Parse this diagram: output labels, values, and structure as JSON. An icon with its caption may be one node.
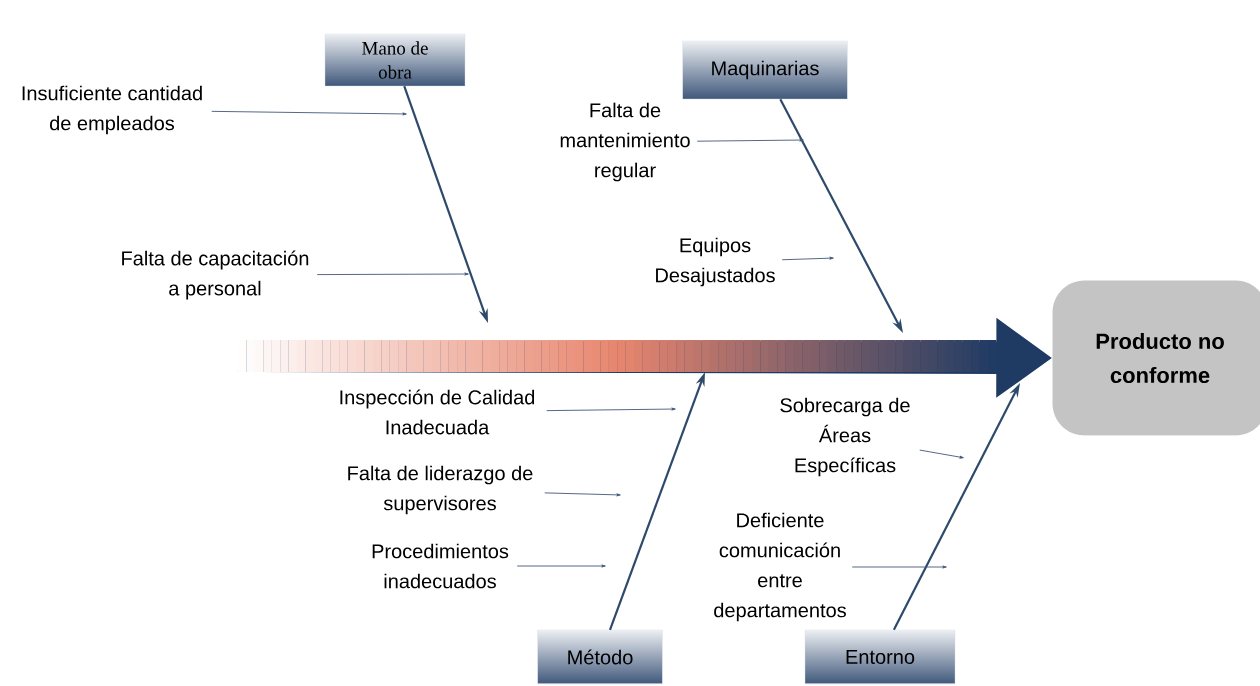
{
  "diagram": {
    "nodes": [
      {
        "text": [
          "Mano de obra"
        ]
      },
      {
        "text": [
          "Maquinarias"
        ]
      },
      {
        "text": [
          "Producto no conforme"
        ]
      },
      {
        "text": [
          "Método"
        ]
      },
      {
        "text": [
          "Entorno"
        ]
      },
      {
        "text": [
          "Insuficiente cantidad de empleados"
        ]
      },
      {
        "text": [
          "Falta de capacitación a personal"
        ]
      },
      {
        "text": [
          "Falta de mantenimiento regular"
        ]
      },
      {
        "text": [
          "Equipos Desajustados"
        ]
      },
      {
        "text": [
          "Inspección de Calidad Inadecuada"
        ]
      },
      {
        "text": [
          "Falta de liderazgo de supervisores"
        ]
      },
      {
        "text": [
          "Procedimientos inadecuados"
        ]
      },
      {
        "text": [
          "Sobrecarga de Áreas Específicas"
        ]
      },
      {
        "text": [
          "Deficiente comunicación entre departamentos"
        ]
      }
    ],
    "edges": [
      {
        "from": null,
        "to": 2,
        "arrow": "to",
        "style": "thick"
      },
      {
        "from": 0,
        "to": null,
        "arrow": "to"
      },
      {
        "from": 1,
        "to": null,
        "arrow": "to"
      },
      {
        "from": 3,
        "to": null,
        "arrow": "to"
      },
      {
        "from": 4,
        "to": null,
        "arrow": "to"
      },
      {
        "from": 5,
        "to": null,
        "arrow": "to"
      },
      {
        "from": 6,
        "to": null,
        "arrow": "to"
      },
      {
        "from": 7,
        "to": null,
        "arrow": "to"
      },
      {
        "from": 8,
        "to": null,
        "arrow": "to"
      },
      {
        "from": 9,
        "to": null,
        "arrow": "to"
      },
      {
        "from": 10,
        "to": null,
        "arrow": "to"
      },
      {
        "from": 11,
        "to": null,
        "arrow": "to"
      },
      {
        "from": 12,
        "to": null,
        "arrow": "to"
      },
      {
        "from": 13,
        "to": null,
        "arrow": "to"
      }
    ]
  }
}
